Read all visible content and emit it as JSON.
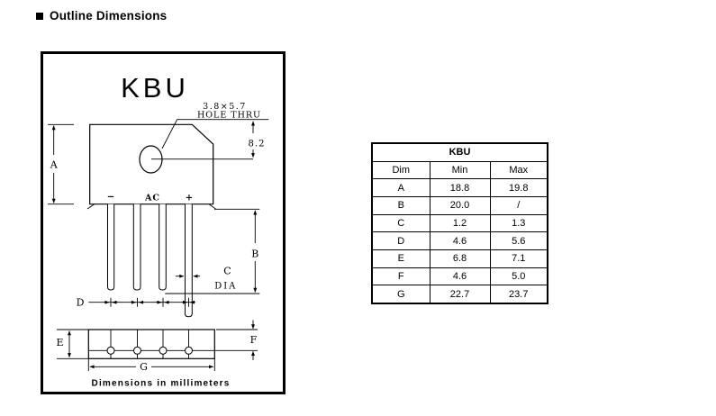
{
  "page": {
    "section_title": "Outline Dimensions"
  },
  "drawing": {
    "package_name": "KBU",
    "hole_note_size": "3.8×5.7",
    "hole_note_text": "HOLE THRU",
    "hole_offset": "8.2",
    "dim_labels": {
      "a": "A",
      "b": "B",
      "c": "C",
      "c_dia": "DIA",
      "d": "D",
      "e": "E",
      "f": "F",
      "g": "G"
    },
    "terminals": {
      "minus": "−",
      "ac": "AC",
      "plus": "+"
    },
    "footnote": "Dimensions in millimeters"
  },
  "table": {
    "title": "KBU",
    "columns": {
      "dim": "Dim",
      "min": "Min",
      "max": "Max"
    },
    "rows": [
      {
        "dim": "A",
        "min": "18.8",
        "max": "19.8"
      },
      {
        "dim": "B",
        "min": "20.0",
        "max": "/"
      },
      {
        "dim": "C",
        "min": "1.2",
        "max": "1.3"
      },
      {
        "dim": "D",
        "min": "4.6",
        "max": "5.6"
      },
      {
        "dim": "E",
        "min": "6.8",
        "max": "7.1"
      },
      {
        "dim": "F",
        "min": "4.6",
        "max": "5.0"
      },
      {
        "dim": "G",
        "min": "22.7",
        "max": "23.7"
      }
    ]
  }
}
